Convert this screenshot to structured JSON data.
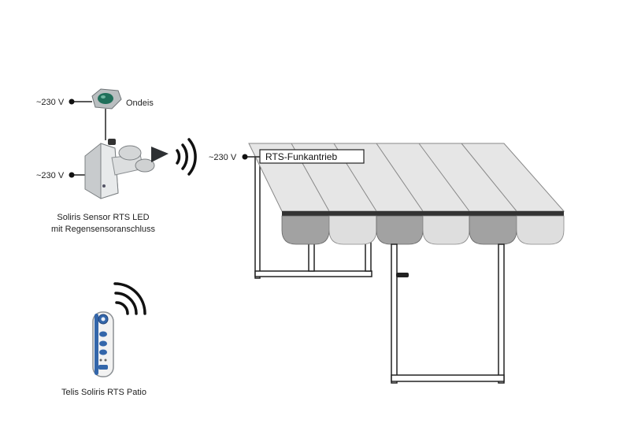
{
  "power_labels": {
    "ondeis": "~230 V",
    "sensor": "~230 V",
    "drive": "~230 V"
  },
  "devices": {
    "ondeis": "Ondeis",
    "sensor_line1": "Soliris Sensor RTS LED",
    "sensor_line2": "mit Regensensoranschluss",
    "remote": "Telis Soliris RTS Patio"
  },
  "drive_box": "RTS-Funkantrieb",
  "colors": {
    "awning_dark": "#a2a2a2",
    "awning_light": "#dedede",
    "roof": "#e6e6e6",
    "frame": "#333333",
    "remote_accent": "#3366aa",
    "ondeis_lens": "#1f6f5a"
  },
  "icons": {
    "signal": "radio-waves-icon",
    "power": "power-terminal-icon"
  }
}
